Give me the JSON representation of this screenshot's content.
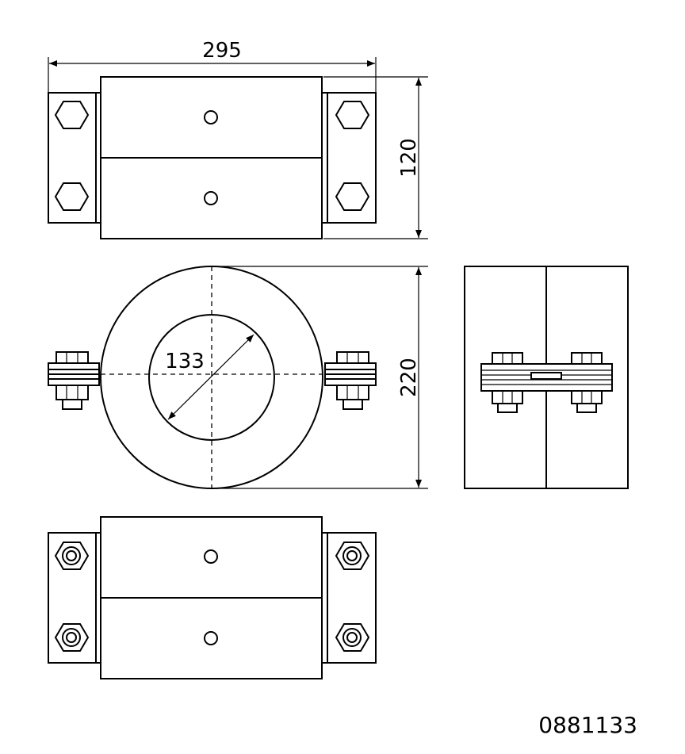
{
  "dimensions": {
    "overall_width": "295",
    "height_top_view": "120",
    "outer_diameter": "220",
    "inner_diameter": "133"
  },
  "part_number": "0881133"
}
